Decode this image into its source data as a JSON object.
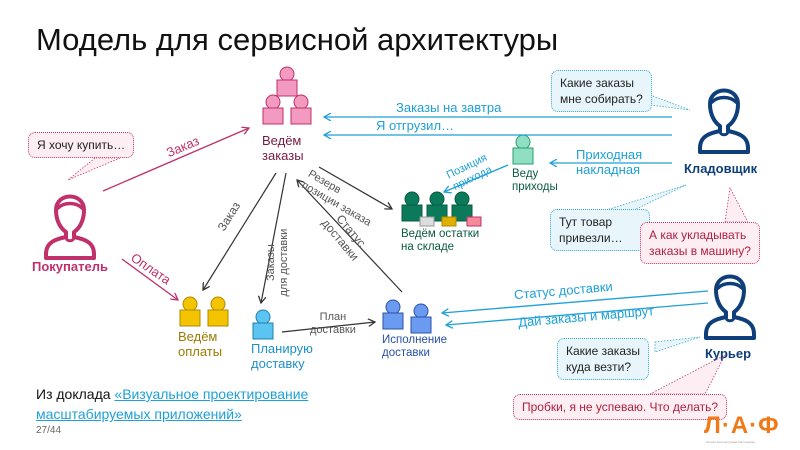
{
  "title": "Модель для сервисной архитектуры",
  "colors": {
    "customer": "#c0306a",
    "orders": "#e27aa3",
    "storekeeper": "#0f3f7a",
    "warehouse": "#0b7a5a",
    "receipts": "#7fd6b8",
    "payments": "#f0b400",
    "planning": "#5bbde9",
    "delivery": "#5b8fe2",
    "blue_arrow": "#1ea0d8",
    "gray_arrow": "#333333"
  },
  "actors": {
    "customer": {
      "label": "Покупатель",
      "icon": "person-outline-icon"
    },
    "storekeeper": {
      "label": "Кладовщик",
      "icon": "person-outline-icon"
    },
    "courier": {
      "label": "Курьер",
      "icon": "person-outline-icon"
    }
  },
  "services": {
    "orders": {
      "label_1": "Ведём",
      "label_2": "заказы"
    },
    "receipts": {
      "label_1": "Веду",
      "label_2": "приходы"
    },
    "warehouse": {
      "label_1": "Ведём остатки",
      "label_2": "на складе"
    },
    "payments": {
      "label_1": "Ведём",
      "label_2": "оплаты"
    },
    "planning": {
      "label_1": "Планирую",
      "label_2": "доставку"
    },
    "delivery": {
      "label_1": "Исполнение",
      "label_2": "доставки"
    }
  },
  "flows": {
    "order": "Заказ",
    "payment": "Оплата",
    "orders_tomorrow": "Заказы на завтра",
    "shipped": "Я отгрузил…",
    "receipt_invoice_1": "Приходная",
    "receipt_invoice_2": "накладная",
    "receipt_position_1": "Позиция",
    "receipt_position_2": "прихода",
    "reserve_1": "Резерв",
    "reserve_2": "позиции заказа",
    "order_to_payments": "Заказ",
    "orders_for_delivery_1": "Заказы",
    "orders_for_delivery_2": "для доставки",
    "delivery_status_1": "Статус",
    "delivery_status_2": "доставки",
    "delivery_plan_1": "План",
    "delivery_plan_2": "доставки",
    "courier_status": "Статус доставки",
    "courier_route": "Дай заказы и маршрут"
  },
  "bubbles": {
    "customer_want": "Я хочу купить…",
    "store_which_1": "Какие заказы",
    "store_which_2": "мне собирать?",
    "store_arrived_1": "Тут товар",
    "store_arrived_2": "привезли…",
    "store_packing_1": "А как укладывать",
    "store_packing_2": "заказы в машину?",
    "courier_which_1": "Какие заказы",
    "courier_which_2": "куда везти?",
    "courier_jam": "Пробки, я не успеваю. Что делать?"
  },
  "footer": {
    "prefix": "Из доклада ",
    "link": "«Визуальное проектирование масштабируемых приложений»",
    "page": "27/44"
  },
  "logo": {
    "text": "Л·А·Ф",
    "subtitle": "Летняя Архитектурная Мастерская"
  }
}
